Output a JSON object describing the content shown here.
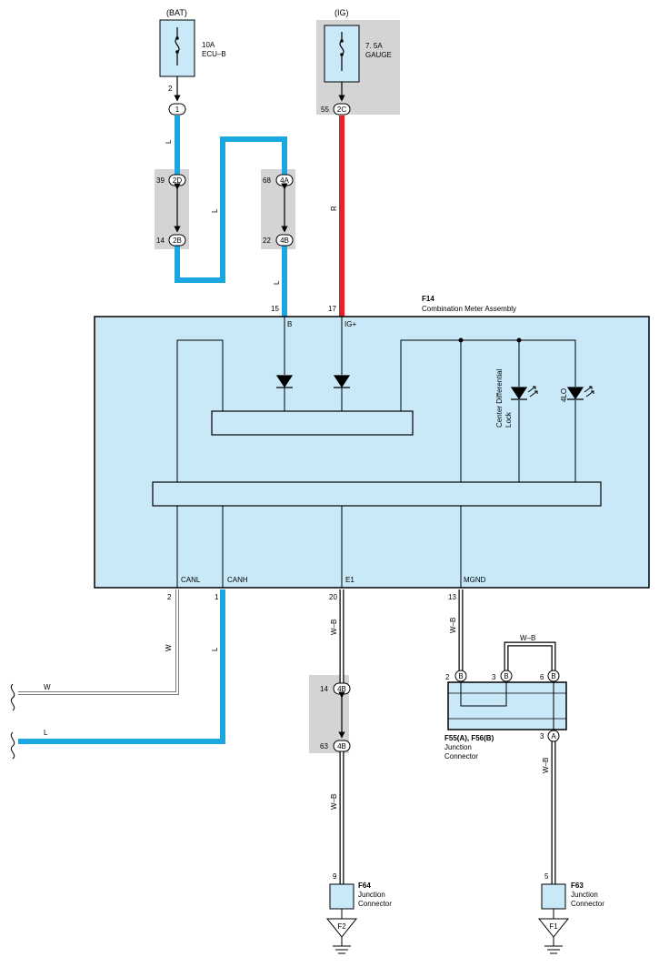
{
  "power_sources": {
    "bat": {
      "label": "(BAT)",
      "fuse_amp": "10A",
      "fuse_name": "ECU–B"
    },
    "ig": {
      "label": "(IG)",
      "fuse_amp": "7. 5A",
      "fuse_name": "GAUGE"
    }
  },
  "connector_pins": {
    "bat_out_pin": "2",
    "bat_conn": "1",
    "ig_pin": "55",
    "ig_conn": "2C",
    "j1_top_pin": "39",
    "j1_top_conn": "2D",
    "j1_bot_pin": "14",
    "j1_bot_conn": "2B",
    "j2_top_pin": "68",
    "j2_top_conn": "4A",
    "j2_bot_pin": "22",
    "j2_bot_conn": "4B",
    "j3_top_pin": "14",
    "j3_top_conn": "4B",
    "j3_bot_pin": "63",
    "j3_bot_conn": "4B"
  },
  "wire_colors": {
    "l": "L",
    "r": "R",
    "w": "W",
    "wb": "W–B",
    "hex_blue": "#1aa7e0",
    "hex_red": "#e8202a",
    "hex_module": "#c9e9f8"
  },
  "meter": {
    "code": "F14",
    "name": "Combination Meter Assembly",
    "pin_b": "15",
    "label_b": "B",
    "pin_ig": "17",
    "label_ig": "IG+",
    "pin_canl": "2",
    "label_canl": "CANL",
    "pin_canh": "1",
    "label_canh": "CANH",
    "pin_e1": "20",
    "label_e1": "E1",
    "pin_mgnd": "13",
    "label_mgnd": "MGND",
    "indicator_center_diff_1": "Center Differential",
    "indicator_center_diff_2": "Lock",
    "indicator_4lo": "4LO"
  },
  "junction_f55": {
    "code": "F55(A), F56(B)",
    "name_1": "Junction",
    "name_2": "Connector",
    "pin_2": "2",
    "conn_2": "B",
    "pin_3": "3",
    "conn_3": "B",
    "pin_6": "6",
    "conn_6": "B",
    "pin_out": "3",
    "conn_out": "A"
  },
  "junction_f64": {
    "code": "F64",
    "name_1": "Junction",
    "name_2": "Connector",
    "pin": "9",
    "ground": "F2"
  },
  "junction_f63": {
    "code": "F63",
    "name_1": "Junction",
    "name_2": "Connector",
    "pin": "5",
    "ground": "F1"
  }
}
